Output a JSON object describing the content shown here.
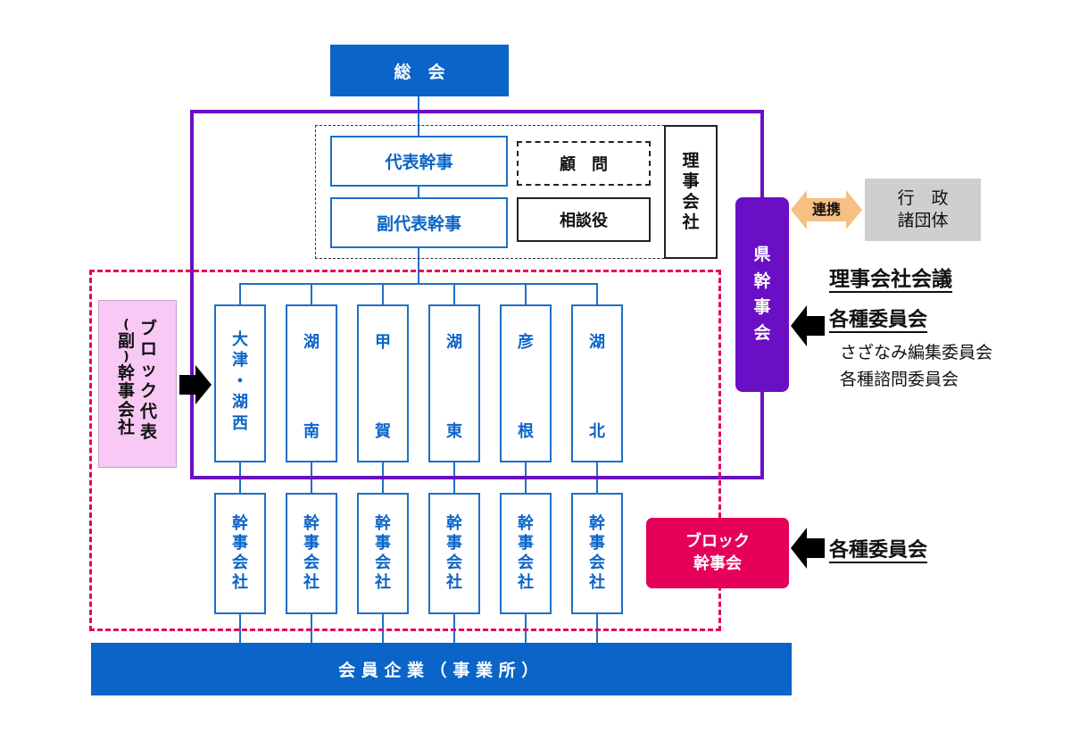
{
  "general_assembly": "総　会",
  "board": {
    "representative": "代表幹事",
    "vice_representative": "副代表幹事",
    "advisor": "顧　問",
    "counselor": "相談役",
    "board_companies": [
      "理",
      "事",
      "会",
      "社"
    ]
  },
  "prefecture_committee": [
    "県",
    "幹",
    "事",
    "会"
  ],
  "cooperation": "連携",
  "government": {
    "line1": "行　政",
    "line2": "諸団体"
  },
  "block_reps": {
    "col1": [
      "ブ",
      "ロ",
      "ッ",
      "ク",
      "代",
      "表"
    ],
    "col2": [
      "(",
      "副",
      ")",
      "幹",
      "事",
      "会",
      "社"
    ]
  },
  "blocks": [
    {
      "chars": [
        "大",
        "津",
        "・",
        "湖",
        "西"
      ]
    },
    {
      "chars": [
        "湖",
        "",
        "南"
      ]
    },
    {
      "chars": [
        "甲",
        "",
        "賀"
      ]
    },
    {
      "chars": [
        "湖",
        "",
        "東"
      ]
    },
    {
      "chars": [
        "彦",
        "",
        "根"
      ]
    },
    {
      "chars": [
        "湖",
        "",
        "北"
      ]
    }
  ],
  "block_companies": [
    "幹",
    "事",
    "会",
    "社"
  ],
  "meetings": {
    "board_meeting": "理事会社会議",
    "committees": "各種委員会",
    "editorial": "さざなみ編集委員会",
    "advisory": "各種諮問委員会",
    "block_committees": "各種委員会"
  },
  "block_committee": {
    "line1": "ブロック",
    "line2": "幹事会"
  },
  "members": "会員企業（事業所）",
  "colors": {
    "blue": "#0b64c8",
    "purple": "#6a0fc6",
    "pink": "#e5005a",
    "lavender": "#f8c9f5",
    "gray": "#cfcfcf",
    "orange": "#f6bf83"
  }
}
